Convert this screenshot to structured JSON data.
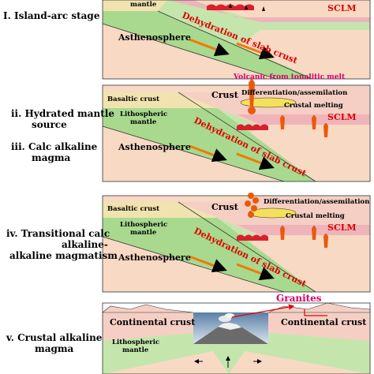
{
  "colors": {
    "asthenosphere": "#f8d9c4",
    "slab_crust": "#a8d98e",
    "slab_mantle": "#c4e6ad",
    "lithospheric_mantle": "#c4e6ad",
    "crust": "#f5cfc4",
    "basaltic_crust": "#f1e3b0",
    "sclm_band": "#eeb4b9",
    "melt": "#e85a0c",
    "red_magma": "#d8202c",
    "arrow_orange": "#f07a00",
    "label_red": "#e00000",
    "accent_magenta": "#d4006a",
    "yellow_pool": "#f5e05a"
  },
  "panels": [
    {
      "stage_label_lines": [
        "I. Island-arc stage"
      ],
      "mantle_label": "mantle",
      "asthenosphere_label": "Asthenosphere",
      "slab_label": "Dehydration of slab crust",
      "sclm_label": "SCLM"
    },
    {
      "stage_label_lines": [
        "ii. Hydrated mantle",
        "source",
        "iii. Calc alkaline",
        "magma"
      ],
      "basaltic_crust_label": "Basaltic crust",
      "lithospheric_mantle_lines": [
        "Lithospheric",
        "mantle"
      ],
      "asthenosphere_label": "Asthenosphere",
      "slab_label": "Dehydration of slab crust",
      "sclm_label": "SCLM",
      "crust_label": "Crust",
      "volcanic_label": "Volcanic from tonalitic melt",
      "differentiation_label": "Differentiation/assemilation",
      "crustal_melting_label": "Crustal melting"
    },
    {
      "stage_label_lines": [
        "iv. Transitional calc",
        "alkaline-",
        "alkaline magmatism"
      ],
      "basaltic_crust_label": "Basaltic crust",
      "lithospheric_mantle_lines": [
        "Lithospheric",
        "mantle"
      ],
      "asthenosphere_label": "Asthenosphere",
      "slab_label": "Dehydration of slab crust",
      "sclm_label": "SCLM",
      "crust_label": "Crust",
      "differentiation_label": "Differentiation/assemilation",
      "crustal_melting_label": "Crustal melting"
    },
    {
      "stage_label_lines": [
        "v. Crustal alkaline",
        "magma"
      ],
      "continental_crust_left": "Continental crust",
      "continental_crust_right": "Continental crust",
      "lithospheric_mantle_lines": [
        "Lithospheric",
        "mantle"
      ],
      "granites_label": "Granites"
    }
  ]
}
